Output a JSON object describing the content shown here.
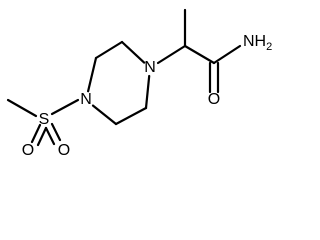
{
  "molecule": {
    "atoms": {
      "n1": "N",
      "n2": "N",
      "sulfur": "S",
      "o1": "O",
      "o2": "O",
      "amide_o": "O",
      "amide_n": "NH",
      "amide_n_sub": "2"
    }
  }
}
